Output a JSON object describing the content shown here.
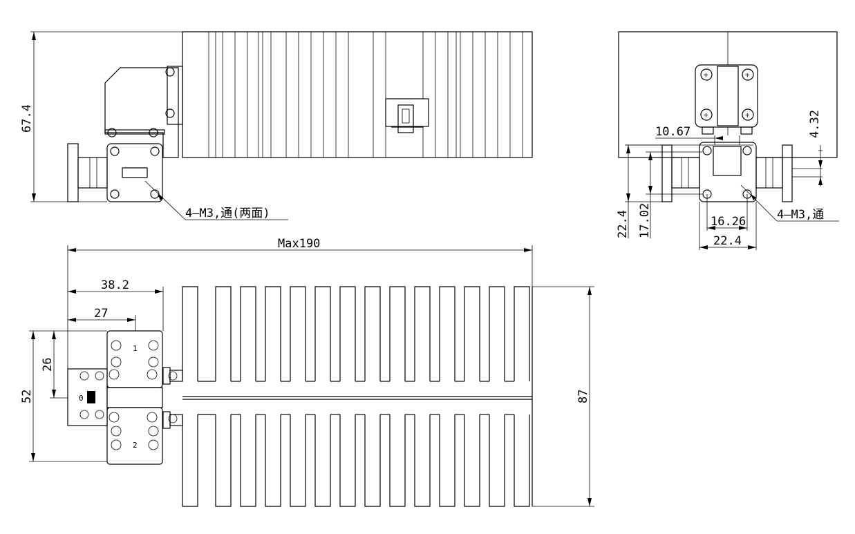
{
  "front_view": {
    "height_label": "67.4",
    "callout_label": "4—M3,通(两面)"
  },
  "side_view": {
    "dim_10_67": "10.67",
    "dim_4_32": "4.32",
    "dim_22_4_left": "22.4",
    "dim_17_02": "17.02",
    "dim_16_26": "16.26",
    "dim_22_4_bottom": "22.4",
    "callout_label": "4—M3,通"
  },
  "top_view": {
    "max_length_label": "Max190",
    "dim_38_2": "38.2",
    "dim_27": "27",
    "dim_26": "26",
    "dim_52": "52",
    "dim_87": "87",
    "port_labels": [
      "1",
      "0",
      "2"
    ]
  }
}
